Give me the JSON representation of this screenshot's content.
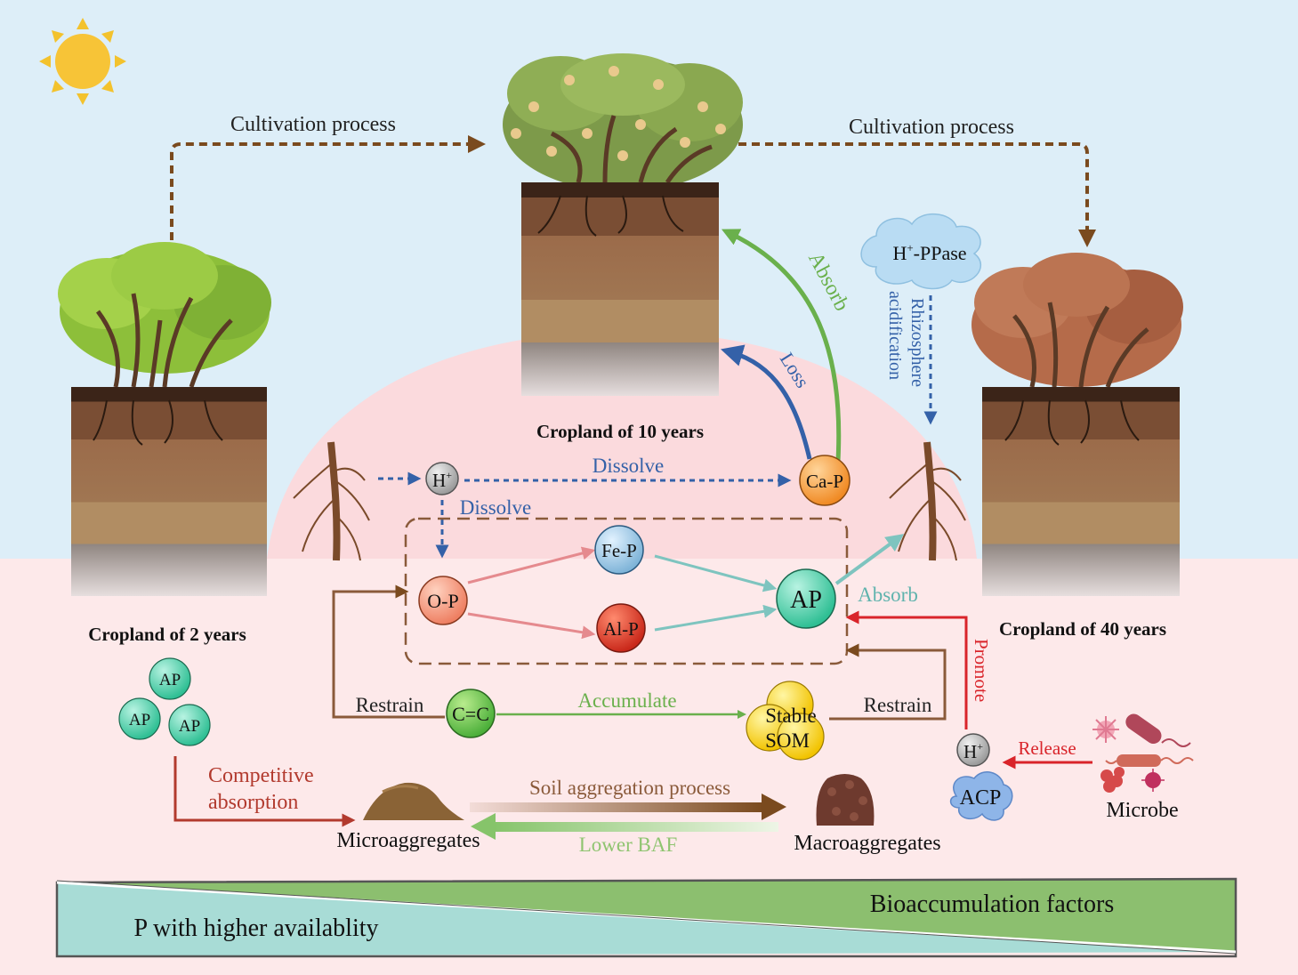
{
  "flows": {
    "cultivation_left": "Cultivation process",
    "cultivation_right": "Cultivation process",
    "absorb_top": "Absorb",
    "loss": "Loss",
    "rhizo_line1": "Rhizosphere",
    "rhizo_line2": "acidification",
    "dissolve_top": "Dissolve",
    "dissolve_left": "Dissolve",
    "absorb_right": "Absorb",
    "promote": "Promote",
    "restrain_left": "Restrain",
    "restrain_right": "Restrain",
    "accumulate": "Accumulate",
    "release": "Release",
    "competitive_line1": "Competitive",
    "competitive_line2": "absorption",
    "soil_aggregation": "Soil aggregation process",
    "lower_baf": "Lower BAF"
  },
  "croplands": {
    "years2": "Cropland of 2 years",
    "years10": "Cropland of 10 years",
    "years40": "Cropland of 40 years"
  },
  "nodes": {
    "h_plus": "H",
    "plus_sup": "+",
    "ca_p": "Ca-P",
    "fe_p": "Fe-P",
    "al_p": "Al-P",
    "o_p": "O-P",
    "ap_center": "AP",
    "c_eq_c": "C=C",
    "stable": "Stable",
    "som": "SOM",
    "acp": "ACP",
    "ppase_h": "H",
    "ppase_rest": "-PPase",
    "ap_small": [
      "AP",
      "AP",
      "AP"
    ]
  },
  "labels": {
    "microaggregates": "Microaggregates",
    "macroaggregates": "Macroaggregates",
    "microbe": "Microbe"
  },
  "gradient": {
    "left": "P with higher availablity",
    "right": "Bioaccumulation factors"
  },
  "colors": {
    "sky": "#ddeef8",
    "soil_bg": "#fde9ea",
    "dome": "#fbd9dc",
    "brown_arrow": "#7a4a1e",
    "blue_arrow": "#3461a8",
    "green_arrow": "#6ab04c",
    "teal_arrow": "#7ec4bf",
    "red_arrow": "#d9242a",
    "pink_arrow": "#e58a8e",
    "gradient_green": "#8cbf6f",
    "gradient_teal": "#a8dcd6"
  }
}
